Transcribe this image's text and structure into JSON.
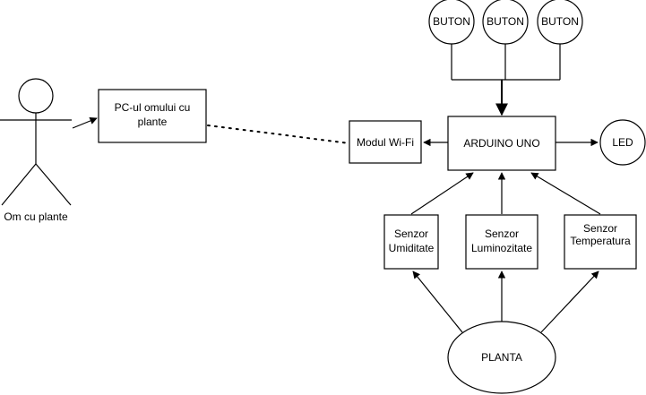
{
  "diagram": {
    "actor_label": "Om cu plante",
    "pc_label_line1": "PC-ul omului cu",
    "pc_label_line2": "plante",
    "wifi_label": "Modul Wi-Fi",
    "arduino_label": "ARDUINO UNO",
    "led_label": "LED",
    "buttons": [
      "BUTON",
      "BUTON",
      "BUTON"
    ],
    "sensor_humidity_line1": "Senzor",
    "sensor_humidity_line2": "Umiditate",
    "sensor_light_line1": "Senzor",
    "sensor_light_line2": "Luminozitate",
    "sensor_temp_line1": "Senzor",
    "sensor_temp_line2": "Temperatura",
    "plant_label": "PLANTA"
  }
}
